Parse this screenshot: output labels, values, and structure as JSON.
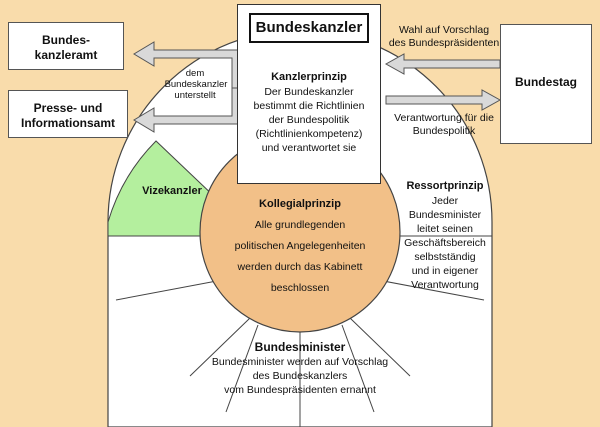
{
  "office_box": {
    "line1": "Bundes-",
    "line2": "kanzleramt"
  },
  "press_box": {
    "line1": "Presse- und",
    "line2": "Informationsamt"
  },
  "subordinate_note": {
    "line1": "dem",
    "line2": "Bundeskanzler",
    "line3": "unterstellt"
  },
  "chancellor": {
    "title": "Bundeskanzler",
    "principle_heading": "Kanzlerprinzip",
    "lines": [
      "Der Bundeskanzler",
      "bestimmt die Richtlinien",
      "der Bundespolitik",
      "(Richtlinienkompetenz)",
      "und verantwortet sie"
    ]
  },
  "bundestag": {
    "label": "Bundestag"
  },
  "election_note": {
    "line1": "Wahl auf Vorschlag",
    "line2": "des Bundespräsidenten"
  },
  "responsibility_note": {
    "line1": "Verantwortung für die",
    "line2": "Bundespolitik"
  },
  "vice_chancellor": {
    "label": "Vizekanzler"
  },
  "collegial": {
    "heading": "Kollegialprinzip",
    "lines": [
      "Alle grundlegenden",
      "politischen Angelegenheiten",
      "werden durch das Kabinett",
      "beschlossen"
    ]
  },
  "department": {
    "heading": "Ressortprinzip",
    "lines": [
      "Jeder",
      "Bundesminister",
      "leitet seinen",
      "Geschäftsbereich",
      "selbstständig",
      "und in eigener",
      "Verantwortung"
    ]
  },
  "ministers": {
    "heading": "Bundesminister",
    "lines": [
      "Bundesminister werden auf Vorschlag",
      "des Bundeskanzlers",
      "vom Bundespräsidenten ernannt"
    ]
  },
  "colors": {
    "background": "#f9dcab",
    "circle": "#f2c088",
    "vice_chancellor_fill": "#b4ef9e",
    "arrow_fill": "#d9d9d9"
  }
}
